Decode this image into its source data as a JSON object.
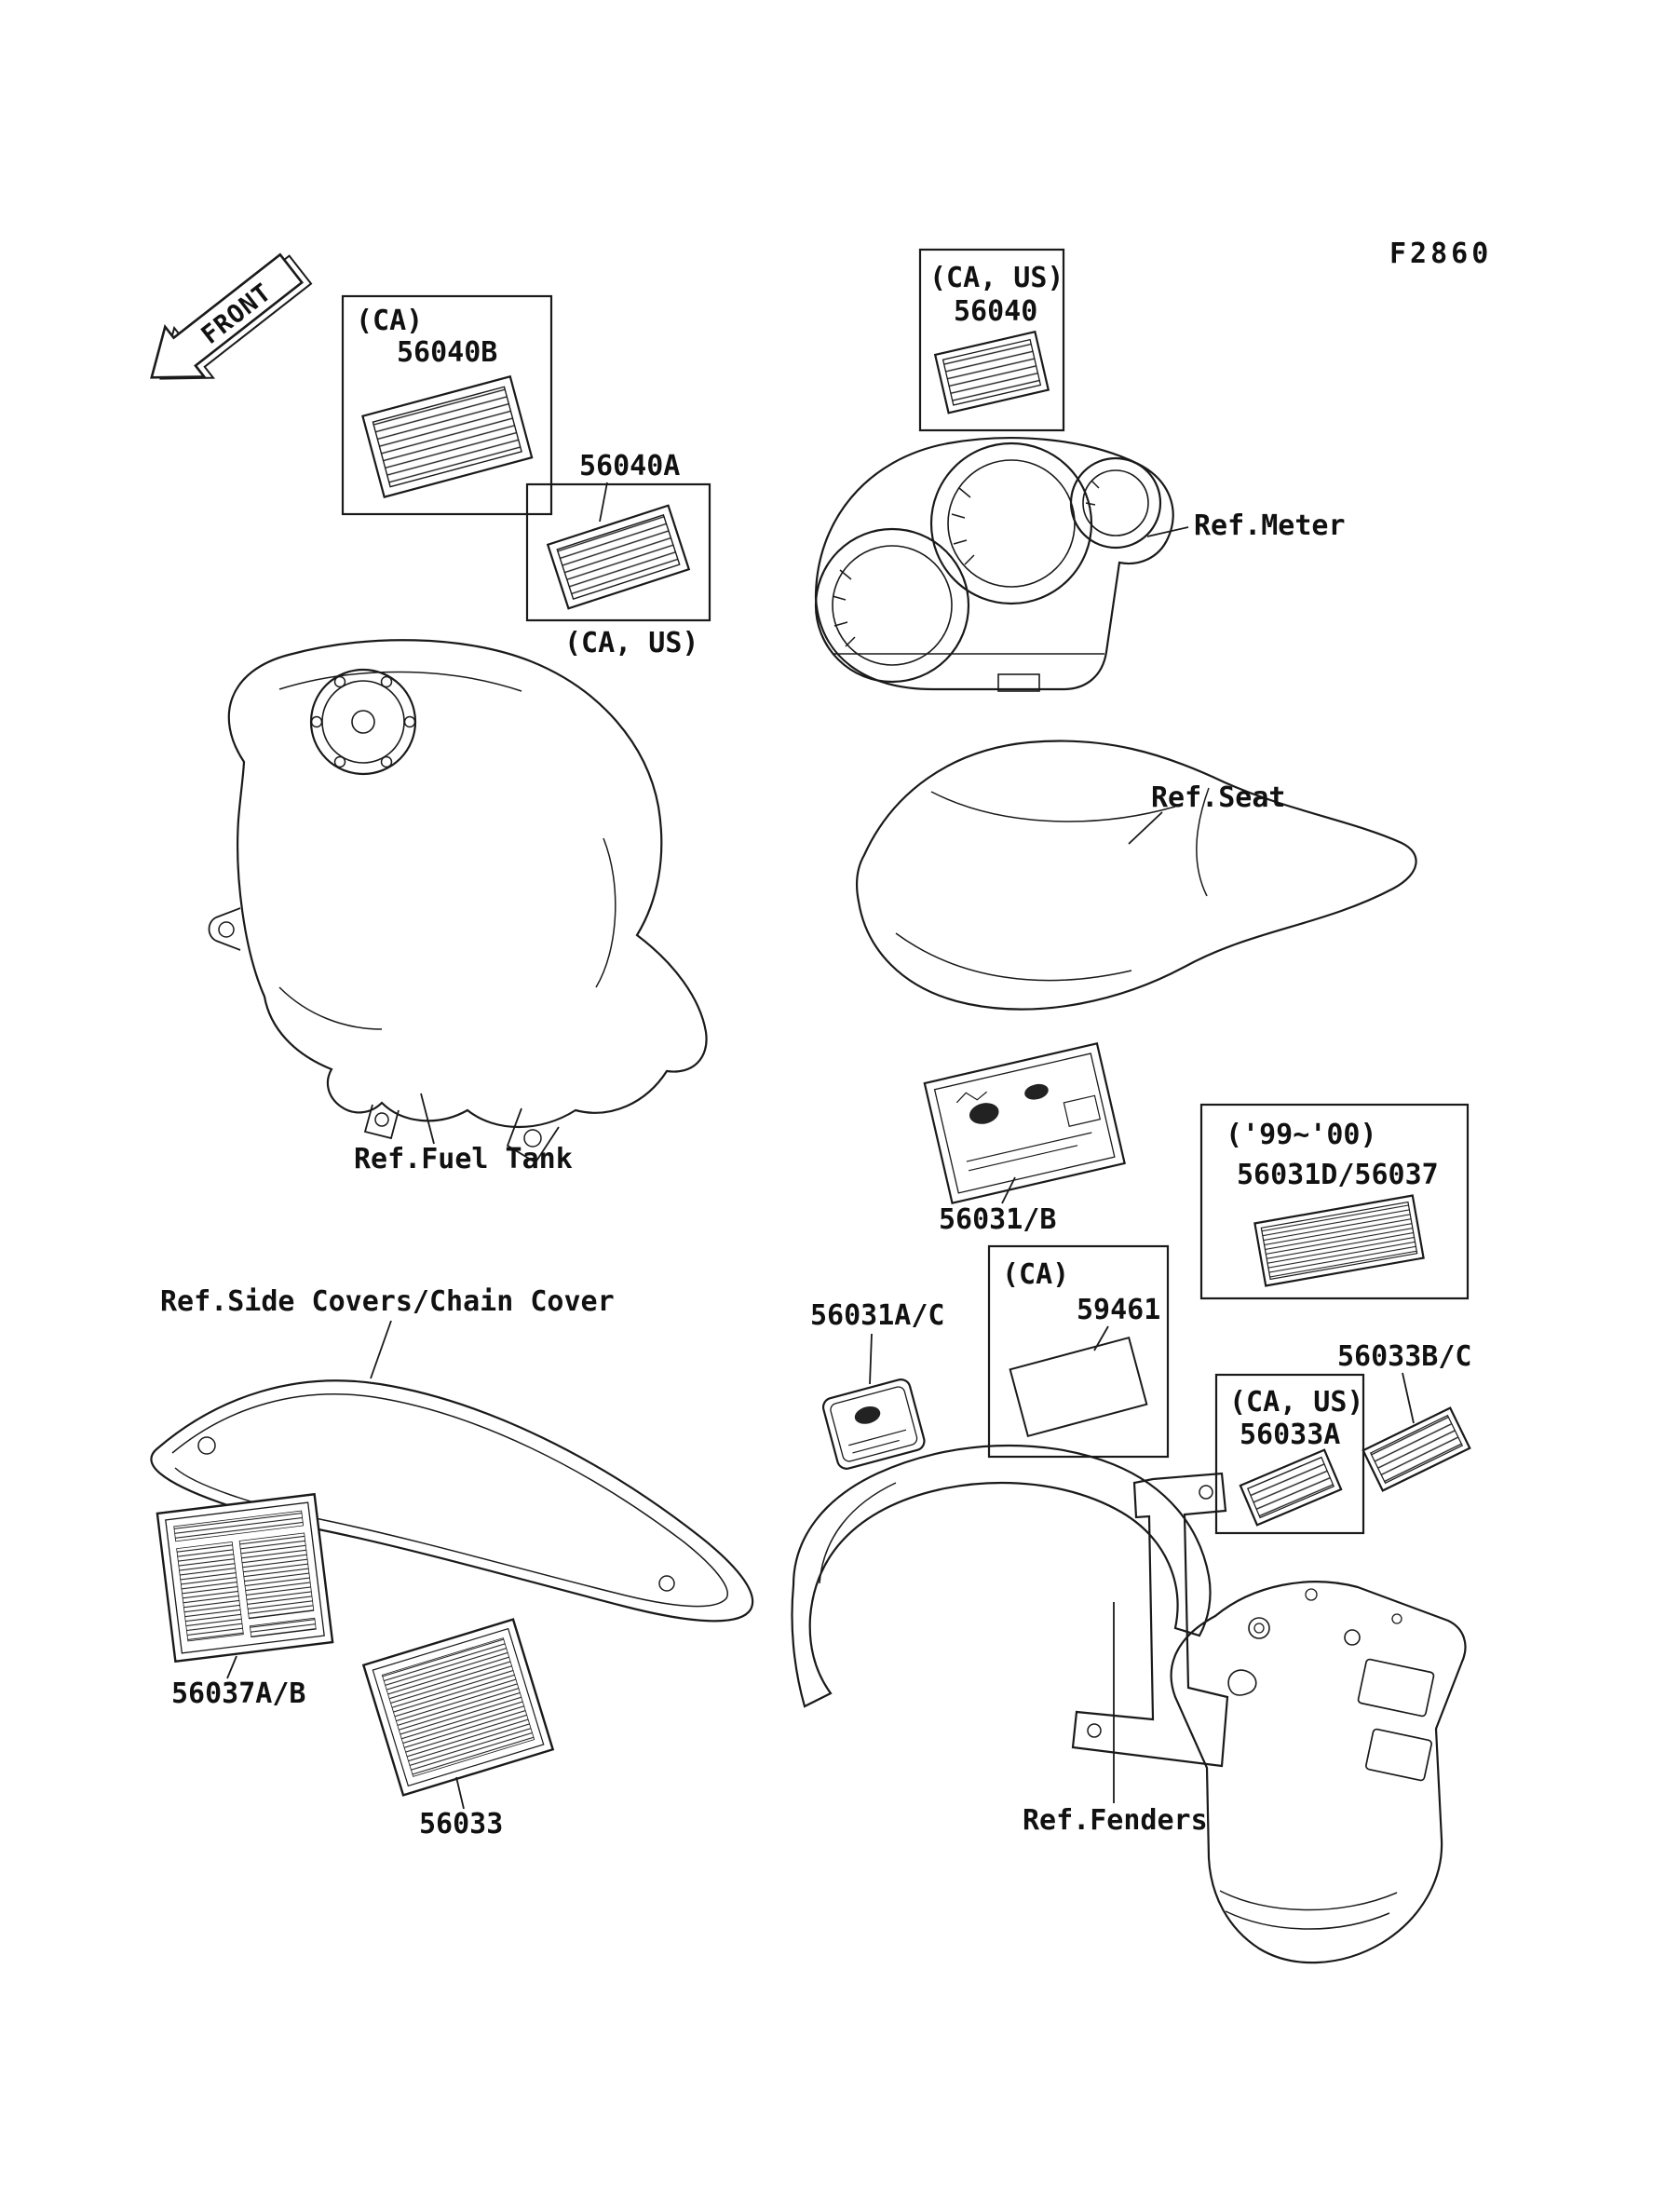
{
  "figure": {
    "code": "F2860",
    "front_label": "FRONT"
  },
  "references": {
    "meter": "Ref.Meter",
    "seat": "Ref.Seat",
    "fuel_tank": "Ref.Fuel Tank",
    "side_covers": "Ref.Side Covers/Chain Cover",
    "fenders": "Ref.Fenders"
  },
  "parts": {
    "label_56040b": {
      "region": "(CA)",
      "number": "56040B"
    },
    "label_56040a": {
      "number": "56040A",
      "region": "(CA, US)"
    },
    "label_56040": {
      "region": "(CA, US)",
      "number": "56040"
    },
    "label_56031b": {
      "number": "56031/B"
    },
    "label_56031d_56037": {
      "years": "('99~'00)",
      "number": "56031D/56037"
    },
    "label_56031ac": {
      "number": "56031A/C"
    },
    "label_59461": {
      "region": "(CA)",
      "number": "59461"
    },
    "label_56033bc": {
      "number": "56033B/C"
    },
    "label_56033a": {
      "region": "(CA, US)",
      "number": "56033A"
    },
    "label_56037ab": {
      "number": "56037A/B"
    },
    "label_56033": {
      "number": "56033"
    }
  }
}
